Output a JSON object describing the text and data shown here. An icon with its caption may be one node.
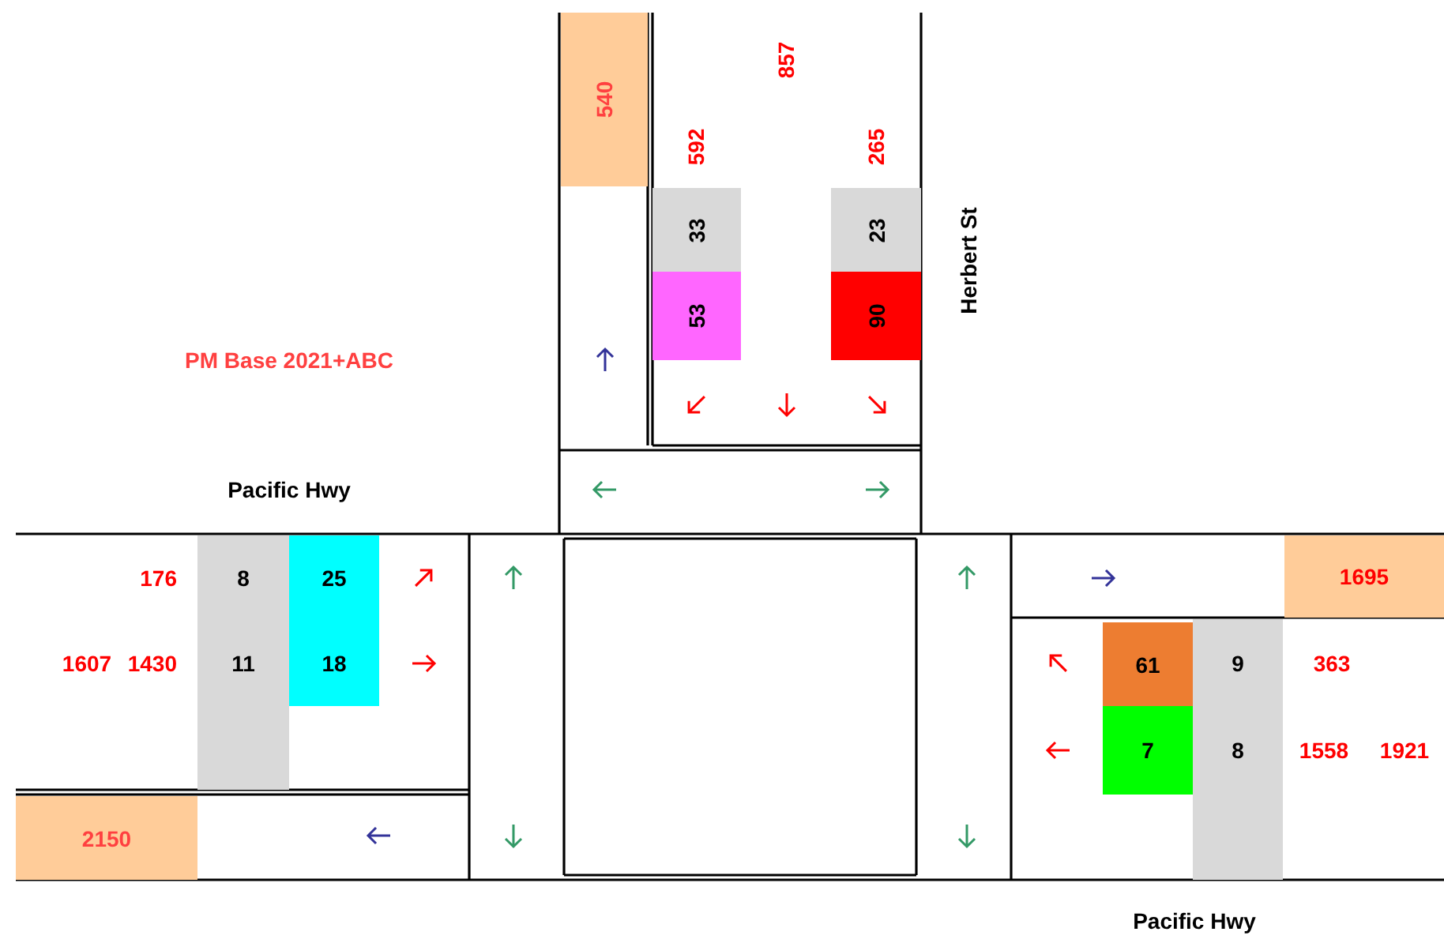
{
  "diagram": {
    "title": "PM Base 2021+ABC",
    "labels": [
      "857",
      "540",
      "592",
      "265",
      "33",
      "23",
      "53",
      "90",
      "Herbert St",
      "Pacific Hwy",
      "176",
      "8",
      "25",
      "1695",
      "1607",
      "1430",
      "11",
      "18",
      "61",
      "9",
      "363",
      "7",
      "8",
      "1558",
      "1921",
      "2150",
      "Pacific Hwy"
    ]
  }
}
